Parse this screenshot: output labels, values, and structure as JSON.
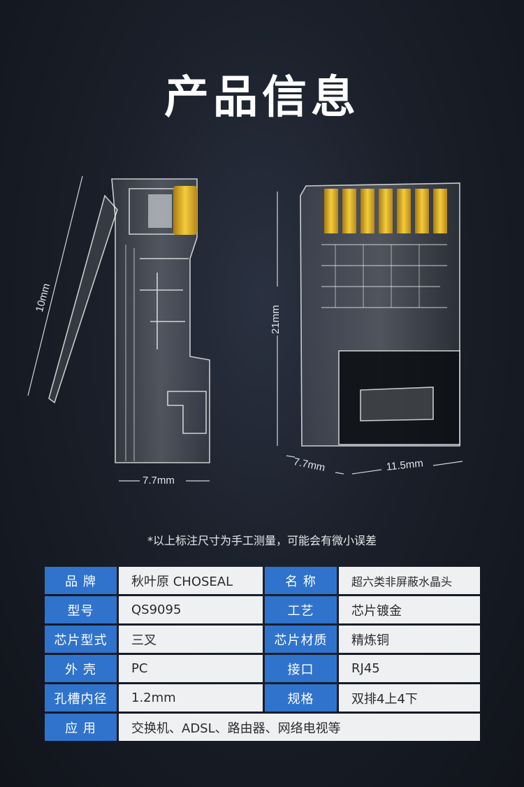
{
  "page": {
    "title": "产品信息"
  },
  "dimensions": {
    "side_height": "10mm",
    "side_width": "7.7mm",
    "front_height": "21mm",
    "front_depth": "7.7mm",
    "front_width": "11.5mm"
  },
  "note": "*以上标注尺寸为手工测量，可能会有微小误差",
  "specs": {
    "brand_label": "品 牌",
    "brand_value": "秋叶原 CHOSEAL",
    "name_label": "名 称",
    "name_value": "超六类非屏蔽水晶头",
    "model_label": "型号",
    "model_value": "QS9095",
    "process_label": "工艺",
    "process_value": "芯片镀金",
    "chip_type_label": "芯片型式",
    "chip_type_value": "三叉",
    "chip_material_label": "芯片材质",
    "chip_material_value": "精炼铜",
    "shell_label": "外 壳",
    "shell_value": "PC",
    "interface_label": "接口",
    "interface_value": "RJ45",
    "hole_label": "孔槽内径",
    "hole_value": "1.2mm",
    "spec_label": "规格",
    "spec_value": "双排4上4下",
    "usage_label": "应 用",
    "usage_value": "交换机、ADSL、路由器、网络电视等"
  },
  "colors": {
    "label_bg": "#2f73cd",
    "value_bg": "#eef0f2",
    "gold": "#e7b521"
  }
}
